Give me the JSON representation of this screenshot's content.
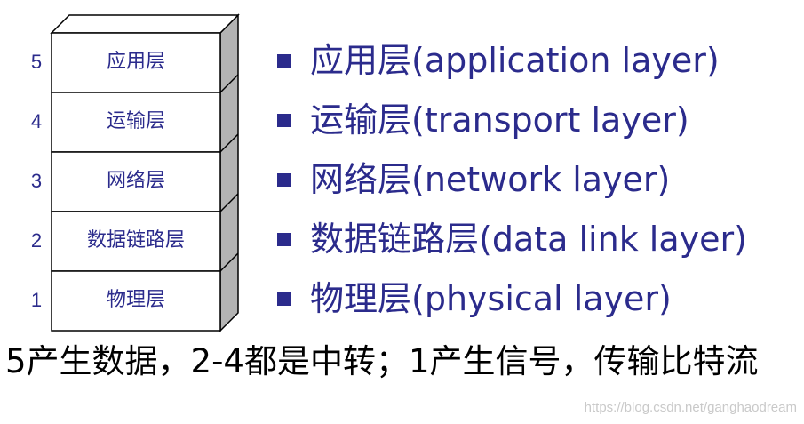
{
  "stack": {
    "layers": [
      {
        "num": "5",
        "label": "应用层"
      },
      {
        "num": "4",
        "label": "运输层"
      },
      {
        "num": "3",
        "label": "网络层"
      },
      {
        "num": "2",
        "label": "数据链路层"
      },
      {
        "num": "1",
        "label": "物理层"
      }
    ],
    "colors": {
      "box_fill": "#ffffff",
      "side_fill": "#b3b3b3",
      "outline": "#000000",
      "text": "#2b2b8c"
    }
  },
  "bullets": [
    "应用层(application layer)",
    "运输层(transport layer)",
    "网络层(network layer)",
    "数据链路层(data link layer)",
    "物理层(physical layer)"
  ],
  "caption": "5产生数据，2-4都是中转；1产生信号，传输比特流",
  "watermark": "https://blog.csdn.net/ganghaodream"
}
